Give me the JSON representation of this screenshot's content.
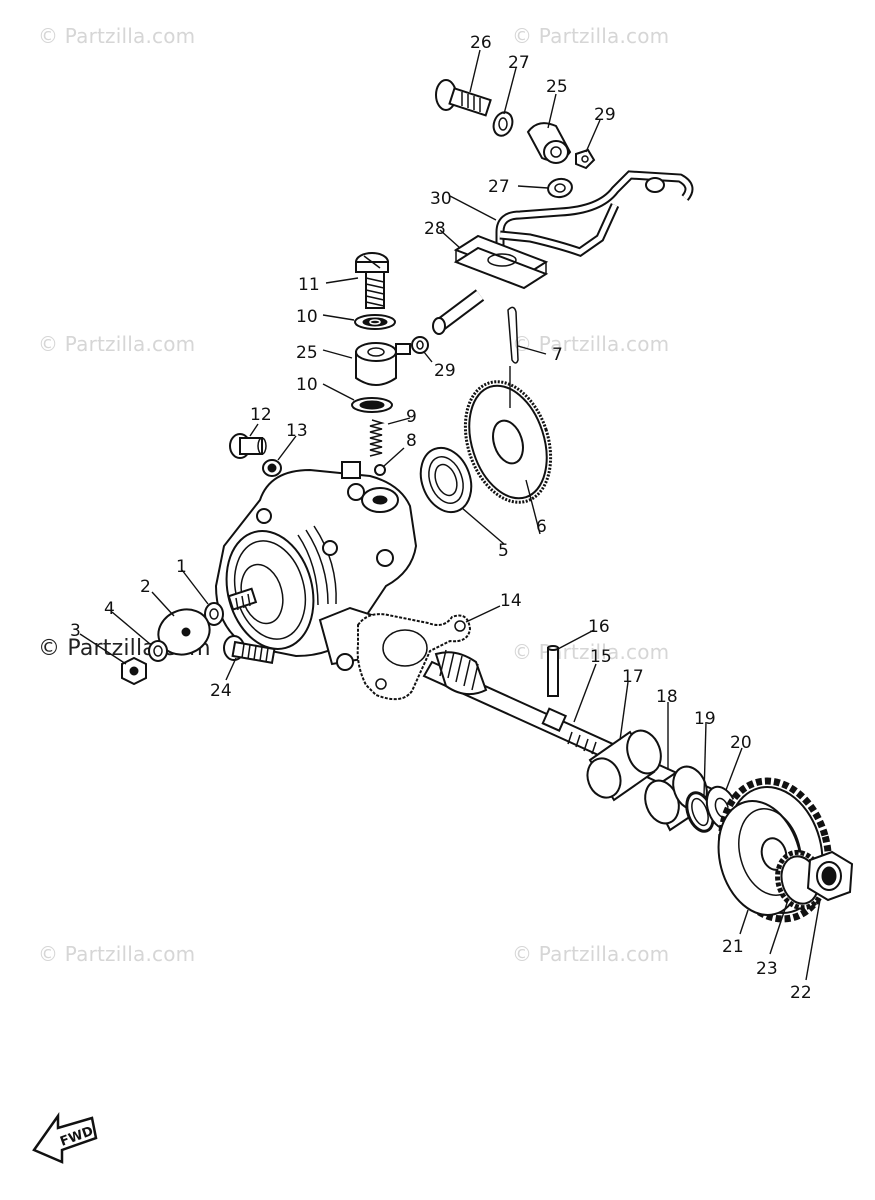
{
  "watermarks": {
    "text": "© Partzilla.com",
    "positions_note": ""
  },
  "fwd_label": "FWD",
  "callouts": [
    "1",
    "2",
    "3",
    "4",
    "5",
    "6",
    "7",
    "8",
    "9",
    "10",
    "11",
    "12",
    "13",
    "14",
    "15",
    "16",
    "17",
    "18",
    "19",
    "20",
    "21",
    "22",
    "23",
    "24",
    "25",
    "26",
    "27",
    "28",
    "29",
    "30"
  ],
  "labels": {
    "l1": "1",
    "l2": "2",
    "l3": "3",
    "l4": "4",
    "l5": "5",
    "l6": "6",
    "l7": "7",
    "l8": "8",
    "l9": "9",
    "l10a": "10",
    "l10b": "10",
    "l11": "11",
    "l12": "12",
    "l13": "13",
    "l14": "14",
    "l15": "15",
    "l16": "16",
    "l17": "17",
    "l18": "18",
    "l19": "19",
    "l20": "20",
    "l21": "21",
    "l22": "22",
    "l23": "23",
    "l24": "24",
    "l25a": "25",
    "l25b": "25",
    "l26": "26",
    "l27a": "27",
    "l27b": "27",
    "l28": "28",
    "l29a": "29",
    "l29b": "29",
    "l30": "30"
  }
}
